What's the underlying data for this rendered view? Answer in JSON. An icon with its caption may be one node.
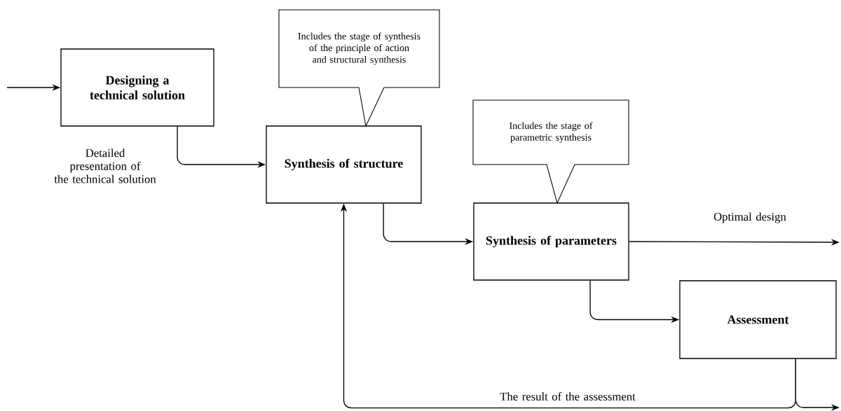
{
  "diagram": {
    "nodes": [
      {
        "text": [
          "Designing a technical solution"
        ]
      },
      {
        "text": [
          "Includes the stage of synthesis of the principle of action and structural synthesis"
        ]
      },
      {
        "text": [
          "Synthesis of structure"
        ]
      },
      {
        "text": [
          "Includes the stage of parametric synthesis"
        ]
      },
      {
        "text": [
          "Synthesis of parameters"
        ]
      },
      {
        "text": [
          "Assessment"
        ]
      }
    ],
    "edges": [
      {
        "from": null,
        "to": 0,
        "arrow": "to"
      },
      {
        "from": 0,
        "to": 2,
        "arrow": "to",
        "label": "Detailed presentation of the technical solution"
      },
      {
        "from": 2,
        "to": 4,
        "arrow": "to"
      },
      {
        "from": 4,
        "to": null,
        "arrow": "to",
        "label": "Optimal design"
      },
      {
        "from": 4,
        "to": 5,
        "arrow": "to"
      },
      {
        "from": 5,
        "to": 2,
        "arrow": "to",
        "label": "The result of the assessment"
      },
      {
        "from": 5,
        "to": null,
        "arrow": "to"
      }
    ]
  }
}
